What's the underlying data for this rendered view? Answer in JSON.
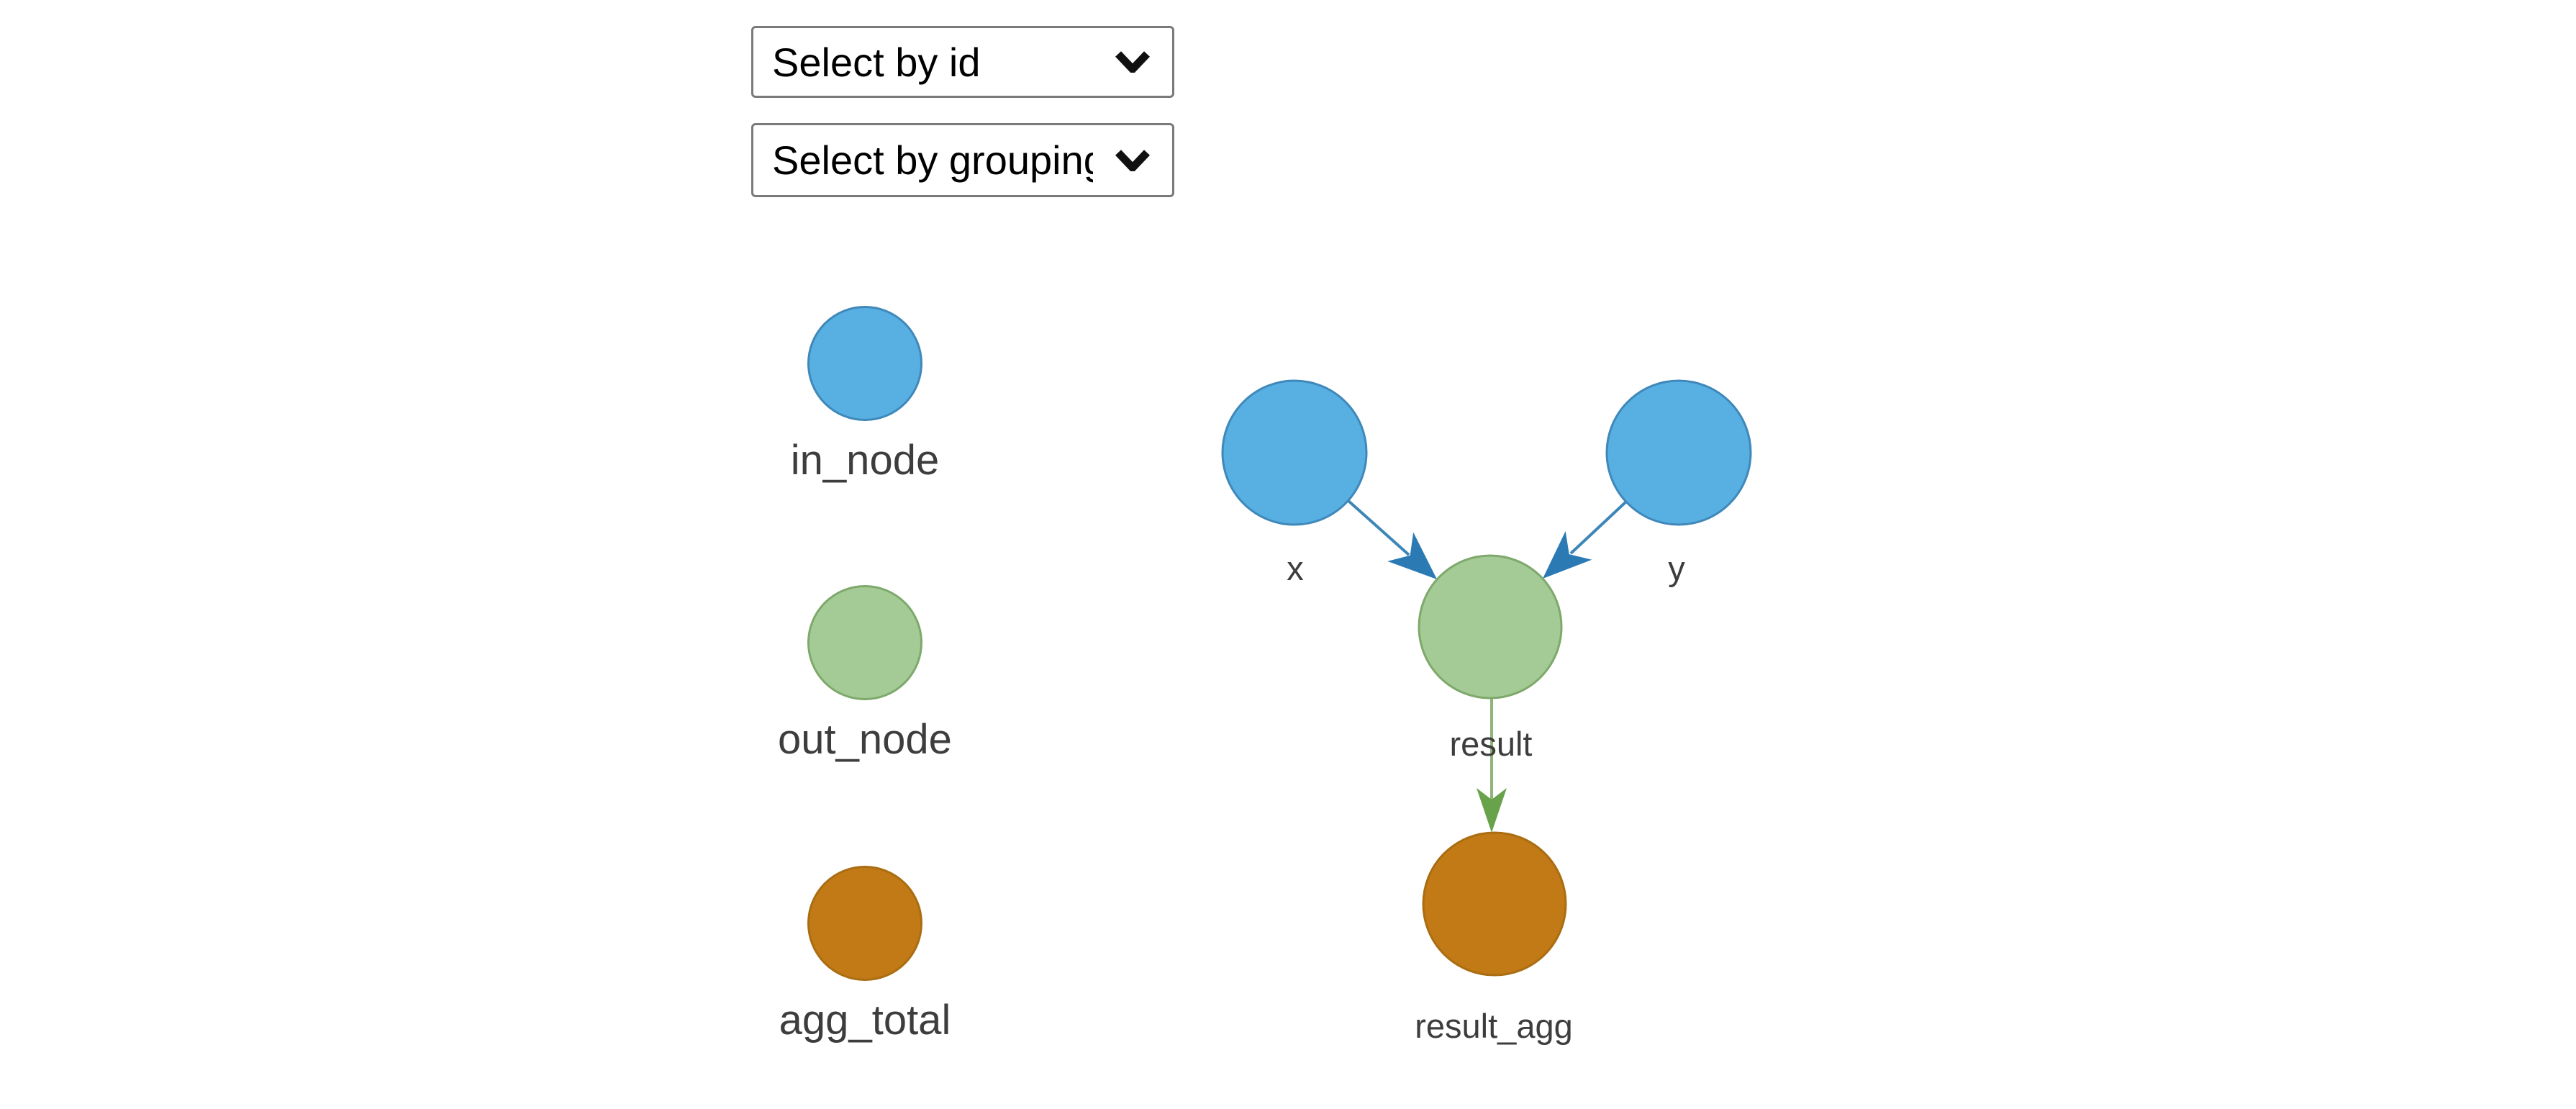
{
  "controls": {
    "select_id": {
      "value": "Select by id"
    },
    "select_grouping": {
      "value": "Select by grouping"
    }
  },
  "legend": {
    "items": [
      {
        "label": "in_node",
        "fill": "#58afe2",
        "border": "#3f88ba"
      },
      {
        "label": "out_node",
        "fill": "#a4cb96",
        "border": "#7ea96b"
      },
      {
        "label": "agg_total",
        "fill": "#c17a15",
        "border": "#aa6d12"
      }
    ]
  },
  "graph": {
    "nodes": [
      {
        "id": "x",
        "label": "x",
        "group": "in_node",
        "fill": "#58afe2",
        "border": "#3f88ba"
      },
      {
        "id": "y",
        "label": "y",
        "group": "in_node",
        "fill": "#58afe2",
        "border": "#3f88ba"
      },
      {
        "id": "result",
        "label": "result",
        "group": "out_node",
        "fill": "#a4cb96",
        "border": "#7ea96b"
      },
      {
        "id": "result_agg",
        "label": "result_agg",
        "group": "agg_total",
        "fill": "#c17a15",
        "border": "#aa6d12"
      }
    ],
    "edges": [
      {
        "from": "x",
        "to": "result",
        "color": "#2b7ab4",
        "arrow": "to"
      },
      {
        "from": "y",
        "to": "result",
        "color": "#2b7ab4",
        "arrow": "to"
      },
      {
        "from": "result",
        "to": "result_agg",
        "color": "#68a24a",
        "arrow": "to"
      }
    ]
  },
  "palette": {
    "blue_fill": "#58afe2",
    "blue_stroke": "#3f88ba",
    "blue_edge": "#3d86b8",
    "blue_arrow": "#2b7ab4",
    "green_fill": "#a4cb96",
    "green_stroke": "#7ea96b",
    "green_edge": "#8fb47a",
    "green_arrow": "#68a24a",
    "orange_fill": "#c17a15",
    "orange_stroke": "#aa6d12",
    "label_color": "#3d3d3d",
    "select_border": "#7a7a7a"
  }
}
